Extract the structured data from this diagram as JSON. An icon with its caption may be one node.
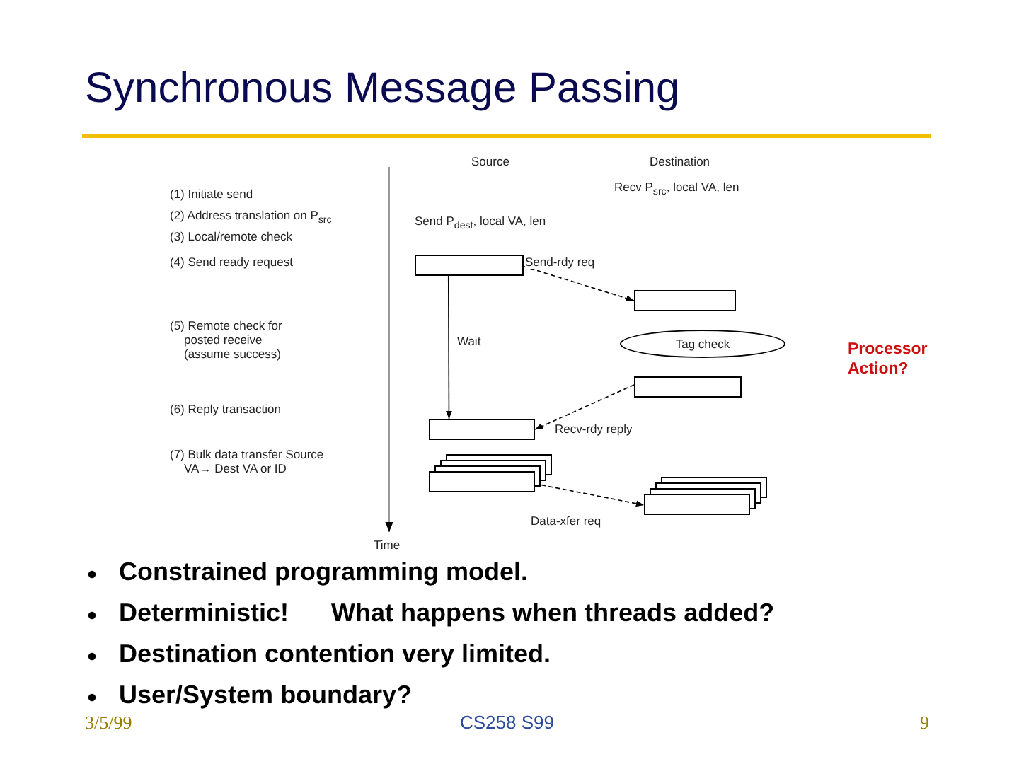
{
  "diagram": {
    "title": "Synchronous Message Passing",
    "nodes": [
      {
        "text": [],
        "shape": "box"
      },
      {
        "text": [],
        "shape": "box"
      },
      {
        "text": [
          "Tag check"
        ]
      },
      {
        "text": [],
        "shape": "box"
      },
      {
        "text": [],
        "shape": "box"
      },
      {
        "text": [],
        "shape": "box"
      },
      {
        "text": [],
        "shape": "box"
      }
    ],
    "edges": [
      {
        "from": 0,
        "to": 1,
        "arrow": "to",
        "style": "dashed",
        "label": "Send-rdy req"
      },
      {
        "from": 0,
        "to": 4,
        "arrow": "to",
        "label": "Wait"
      },
      {
        "from": 3,
        "to": 4,
        "arrow": "to",
        "style": "dashed",
        "label": "Recv-rdy reply"
      },
      {
        "from": 5,
        "to": 6,
        "arrow": "to",
        "style": "dashed",
        "label": "Data-xfer req"
      }
    ],
    "labels": [
      "Source",
      "Destination",
      "(1) Initiate send",
      "(2) Address translation on P$_{src}$",
      "(3) Local/remote check",
      "(4) Send ready request",
      "(5) Remote check for posted receive (assume success)",
      "Recv P$_{src}$, local VA, len",
      "Send P$_{dest}$, local VA, len",
      "(6) Reply transaction",
      "(7) Bulk data transfer Source VA→ Dest VA or ID",
      "Time",
      "Processor Action?",
      "Constrained programming model.",
      "Deterministic!      What happens when threads added?",
      "Destination contention very limited.",
      "User/System boundary?",
      "3/5/99",
      "CS258 S99",
      "9"
    ]
  }
}
